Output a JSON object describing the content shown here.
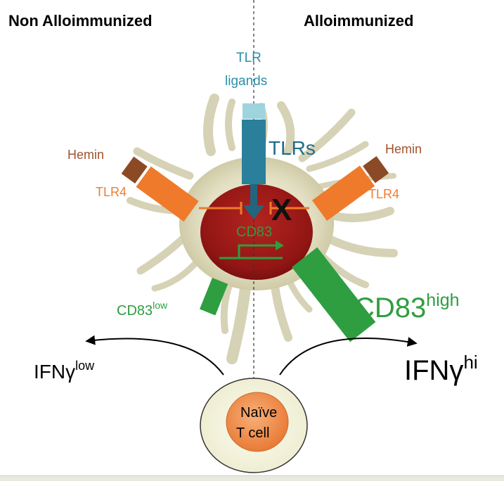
{
  "headers": {
    "left": "Non Alloimmunized",
    "right": "Alloimmunized"
  },
  "tlr_ligands": {
    "line1": "TLR",
    "line2": "ligands"
  },
  "tlrs_label": "TLRs",
  "hemin_left": "Hemin",
  "hemin_right": "Hemin",
  "tlr4_left": "TLR4",
  "tlr4_right": "TLR4",
  "cd83_gene": "CD83",
  "block_mark": "X",
  "cd83_low": {
    "base": "CD83",
    "sup": "low"
  },
  "cd83_high": {
    "base": "CD83",
    "sup": "high"
  },
  "ifn_low": {
    "base": "IFNγ",
    "sup": "low"
  },
  "ifn_hi": {
    "base": "IFNγ",
    "sup": "hi"
  },
  "tcell": {
    "line1": "Naïve",
    "line2": "T cell"
  },
  "colors": {
    "tlr": "#2a7f9a",
    "tlr_light": "#9fd3dd",
    "hemin": "#8b4a25",
    "tlr4": "#ef7a2c",
    "nucleus": "#9c1b1a",
    "cd83_green": "#2e9e40",
    "dendrite": "#d9d6bd",
    "tcell_outer": "#f3f2d9",
    "tcell_inner": "#ef8a45"
  }
}
